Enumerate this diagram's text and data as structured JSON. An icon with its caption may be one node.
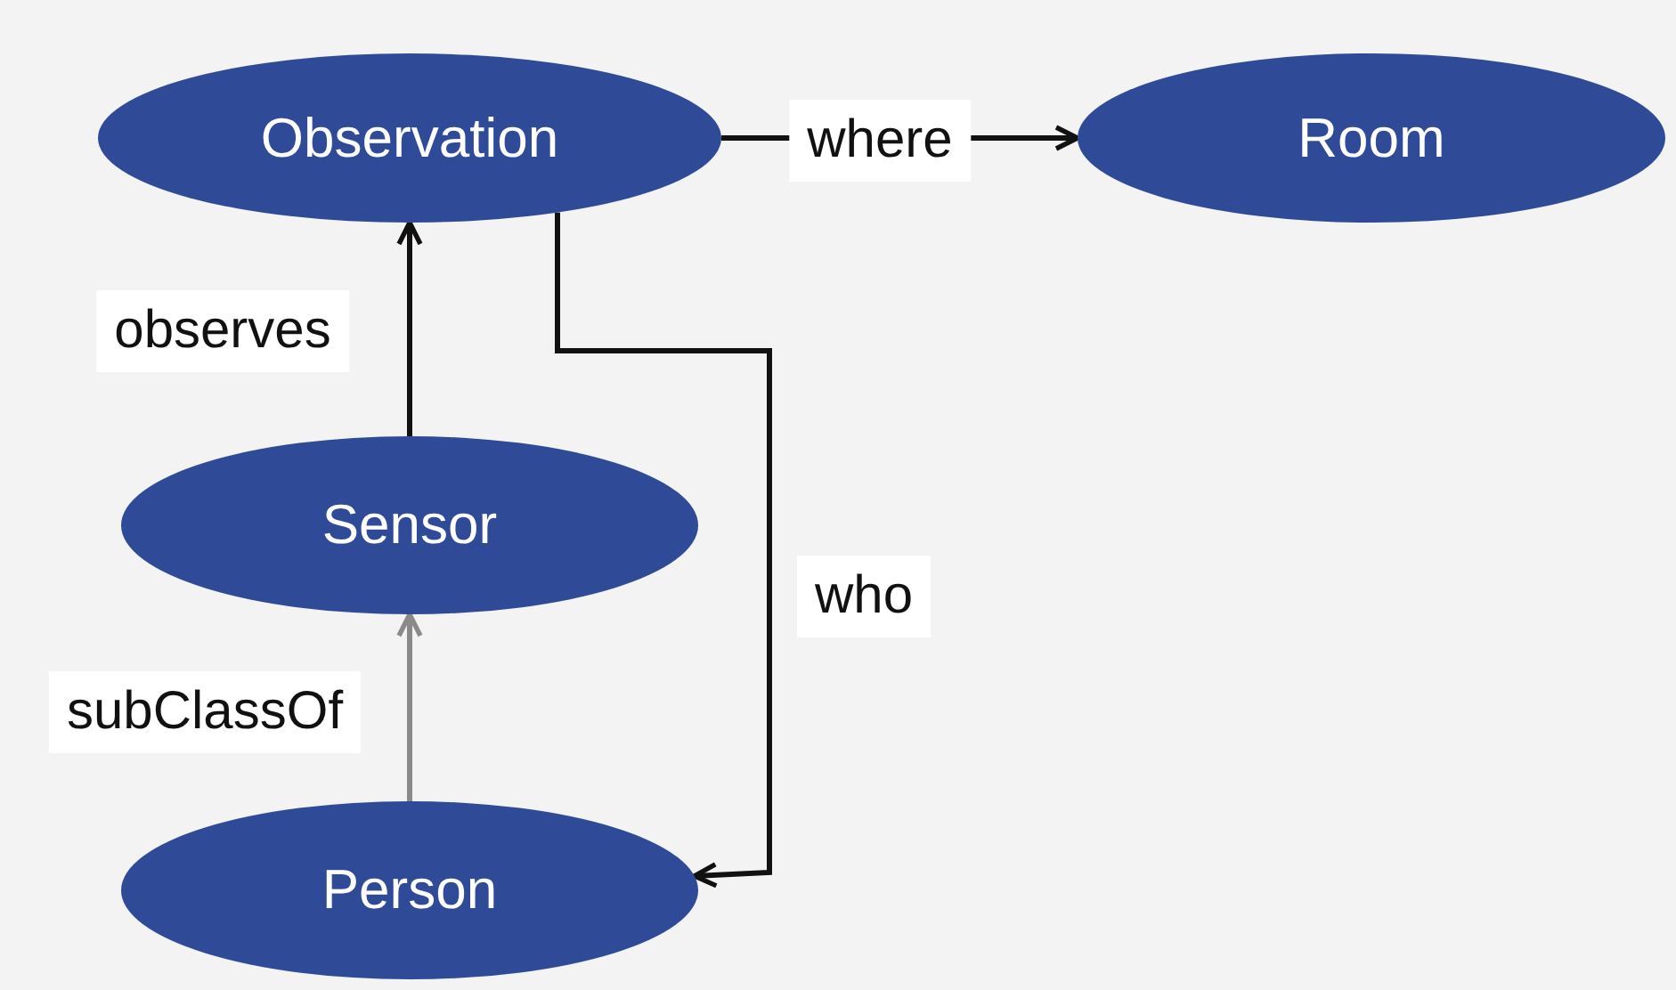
{
  "diagram": {
    "nodes": [
      {
        "text": [
          "Observation"
        ]
      },
      {
        "text": [
          "Room"
        ]
      },
      {
        "text": [
          "Sensor"
        ]
      },
      {
        "text": [
          "Person"
        ]
      }
    ],
    "edges": [
      {
        "from": 0,
        "to": 1,
        "arrow": "to",
        "label": "where"
      },
      {
        "from": 2,
        "to": 0,
        "arrow": "to",
        "label": "observes"
      },
      {
        "from": 3,
        "to": 2,
        "arrow": "to",
        "label": "subClassOf",
        "color": "#8a8a8a"
      },
      {
        "from": 0,
        "to": 3,
        "arrow": "to",
        "label": "who"
      }
    ]
  }
}
